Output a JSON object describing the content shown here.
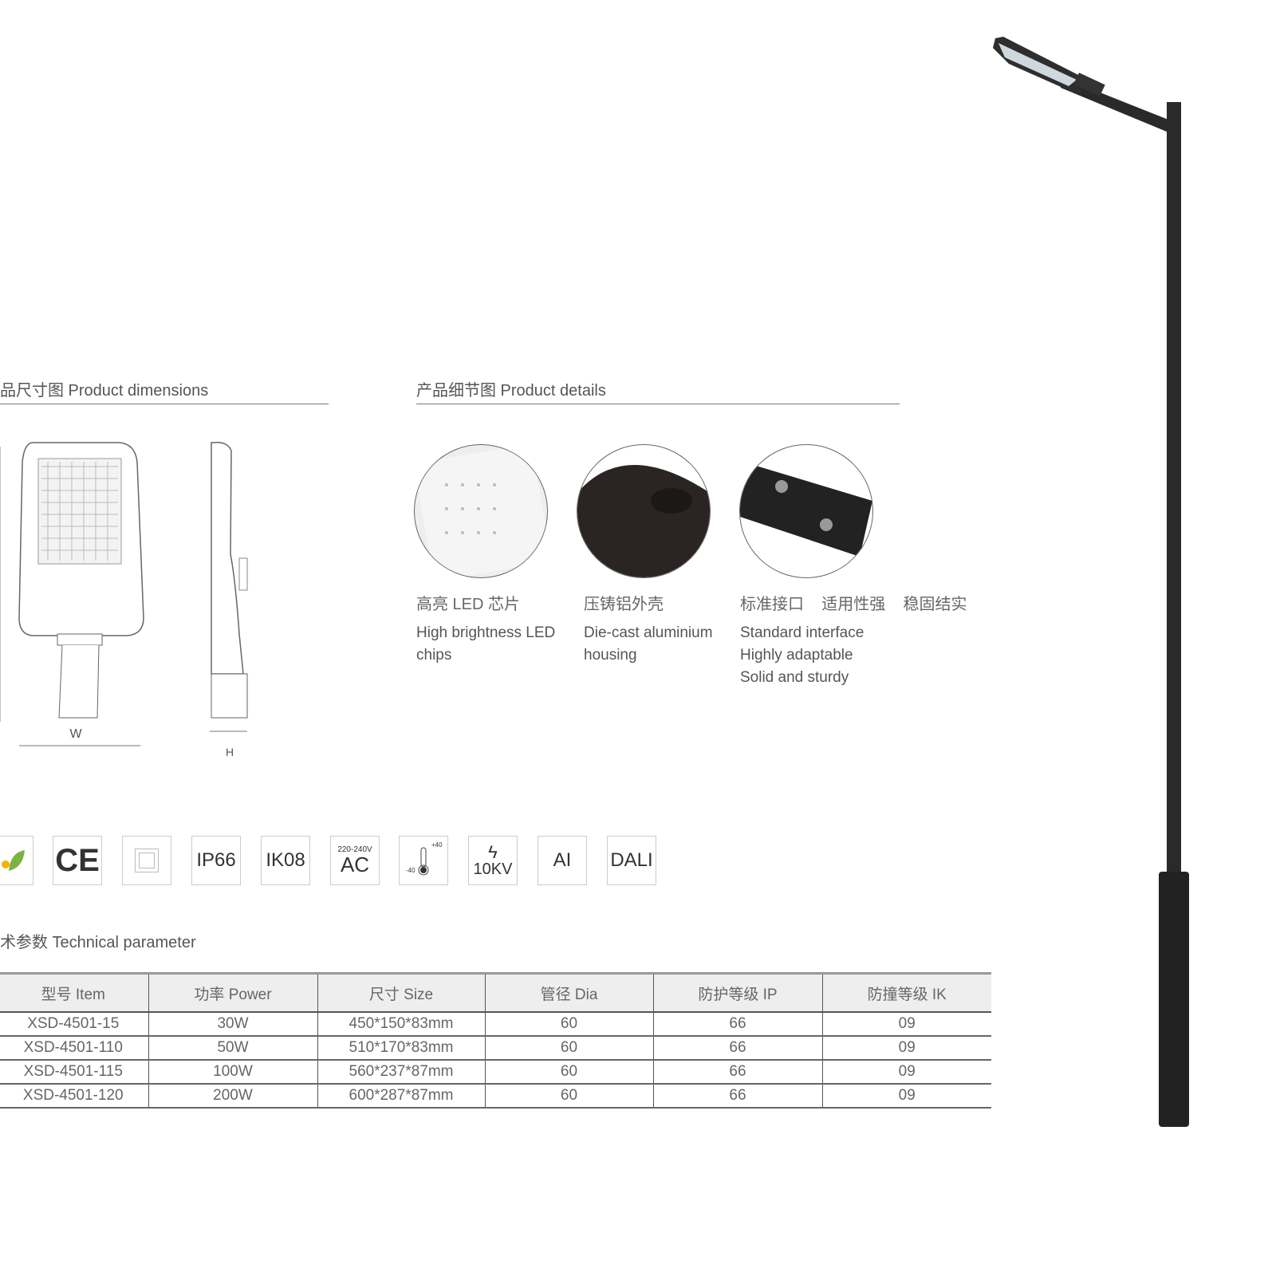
{
  "sections": {
    "dimensions_title": "品尺寸图 Product dimensions",
    "details_title": "产品细节图 Product details",
    "technical_title": "术参数 Technical parameter"
  },
  "dimension_labels": {
    "width": "W",
    "height": "H"
  },
  "details": [
    {
      "cn": "高亮 LED 芯片",
      "en": [
        "High brightness LED",
        "chips"
      ]
    },
    {
      "cn": "压铸铝外壳",
      "en": [
        "Die-cast aluminium",
        "housing"
      ]
    },
    {
      "cn": "标准接口    适用性强    稳固结实",
      "en": [
        "Standard interface",
        "Highly adaptable",
        "Solid and sturdy"
      ]
    }
  ],
  "badges": {
    "leaf": "leaf-icon",
    "ce": "CE",
    "class2": "double-square-icon",
    "ip": "IP66",
    "ik": "IK08",
    "ac_small": "220-240V",
    "ac": "AC",
    "temp_high": "+40",
    "temp_low": "-40",
    "surge": "10KV",
    "ai": "AI",
    "dali": "DALI"
  },
  "table": {
    "headers": [
      "型号 Item",
      "功率 Power",
      "尺寸 Size",
      "管径 Dia",
      "防护等级 IP",
      "防撞等级 IK"
    ],
    "rows": [
      [
        "XSD-4501-15",
        "30W",
        "450*150*83mm",
        "60",
        "66",
        "09"
      ],
      [
        "XSD-4501-110",
        "50W",
        "510*170*83mm",
        "60",
        "66",
        "09"
      ],
      [
        "XSD-4501-115",
        "100W",
        "560*237*87mm",
        "60",
        "66",
        "09"
      ],
      [
        "XSD-4501-120",
        "200W",
        "600*287*87mm",
        "60",
        "66",
        "09"
      ]
    ]
  },
  "colors": {
    "pole": "#2a2a2a",
    "leaf": "#7cb342"
  }
}
